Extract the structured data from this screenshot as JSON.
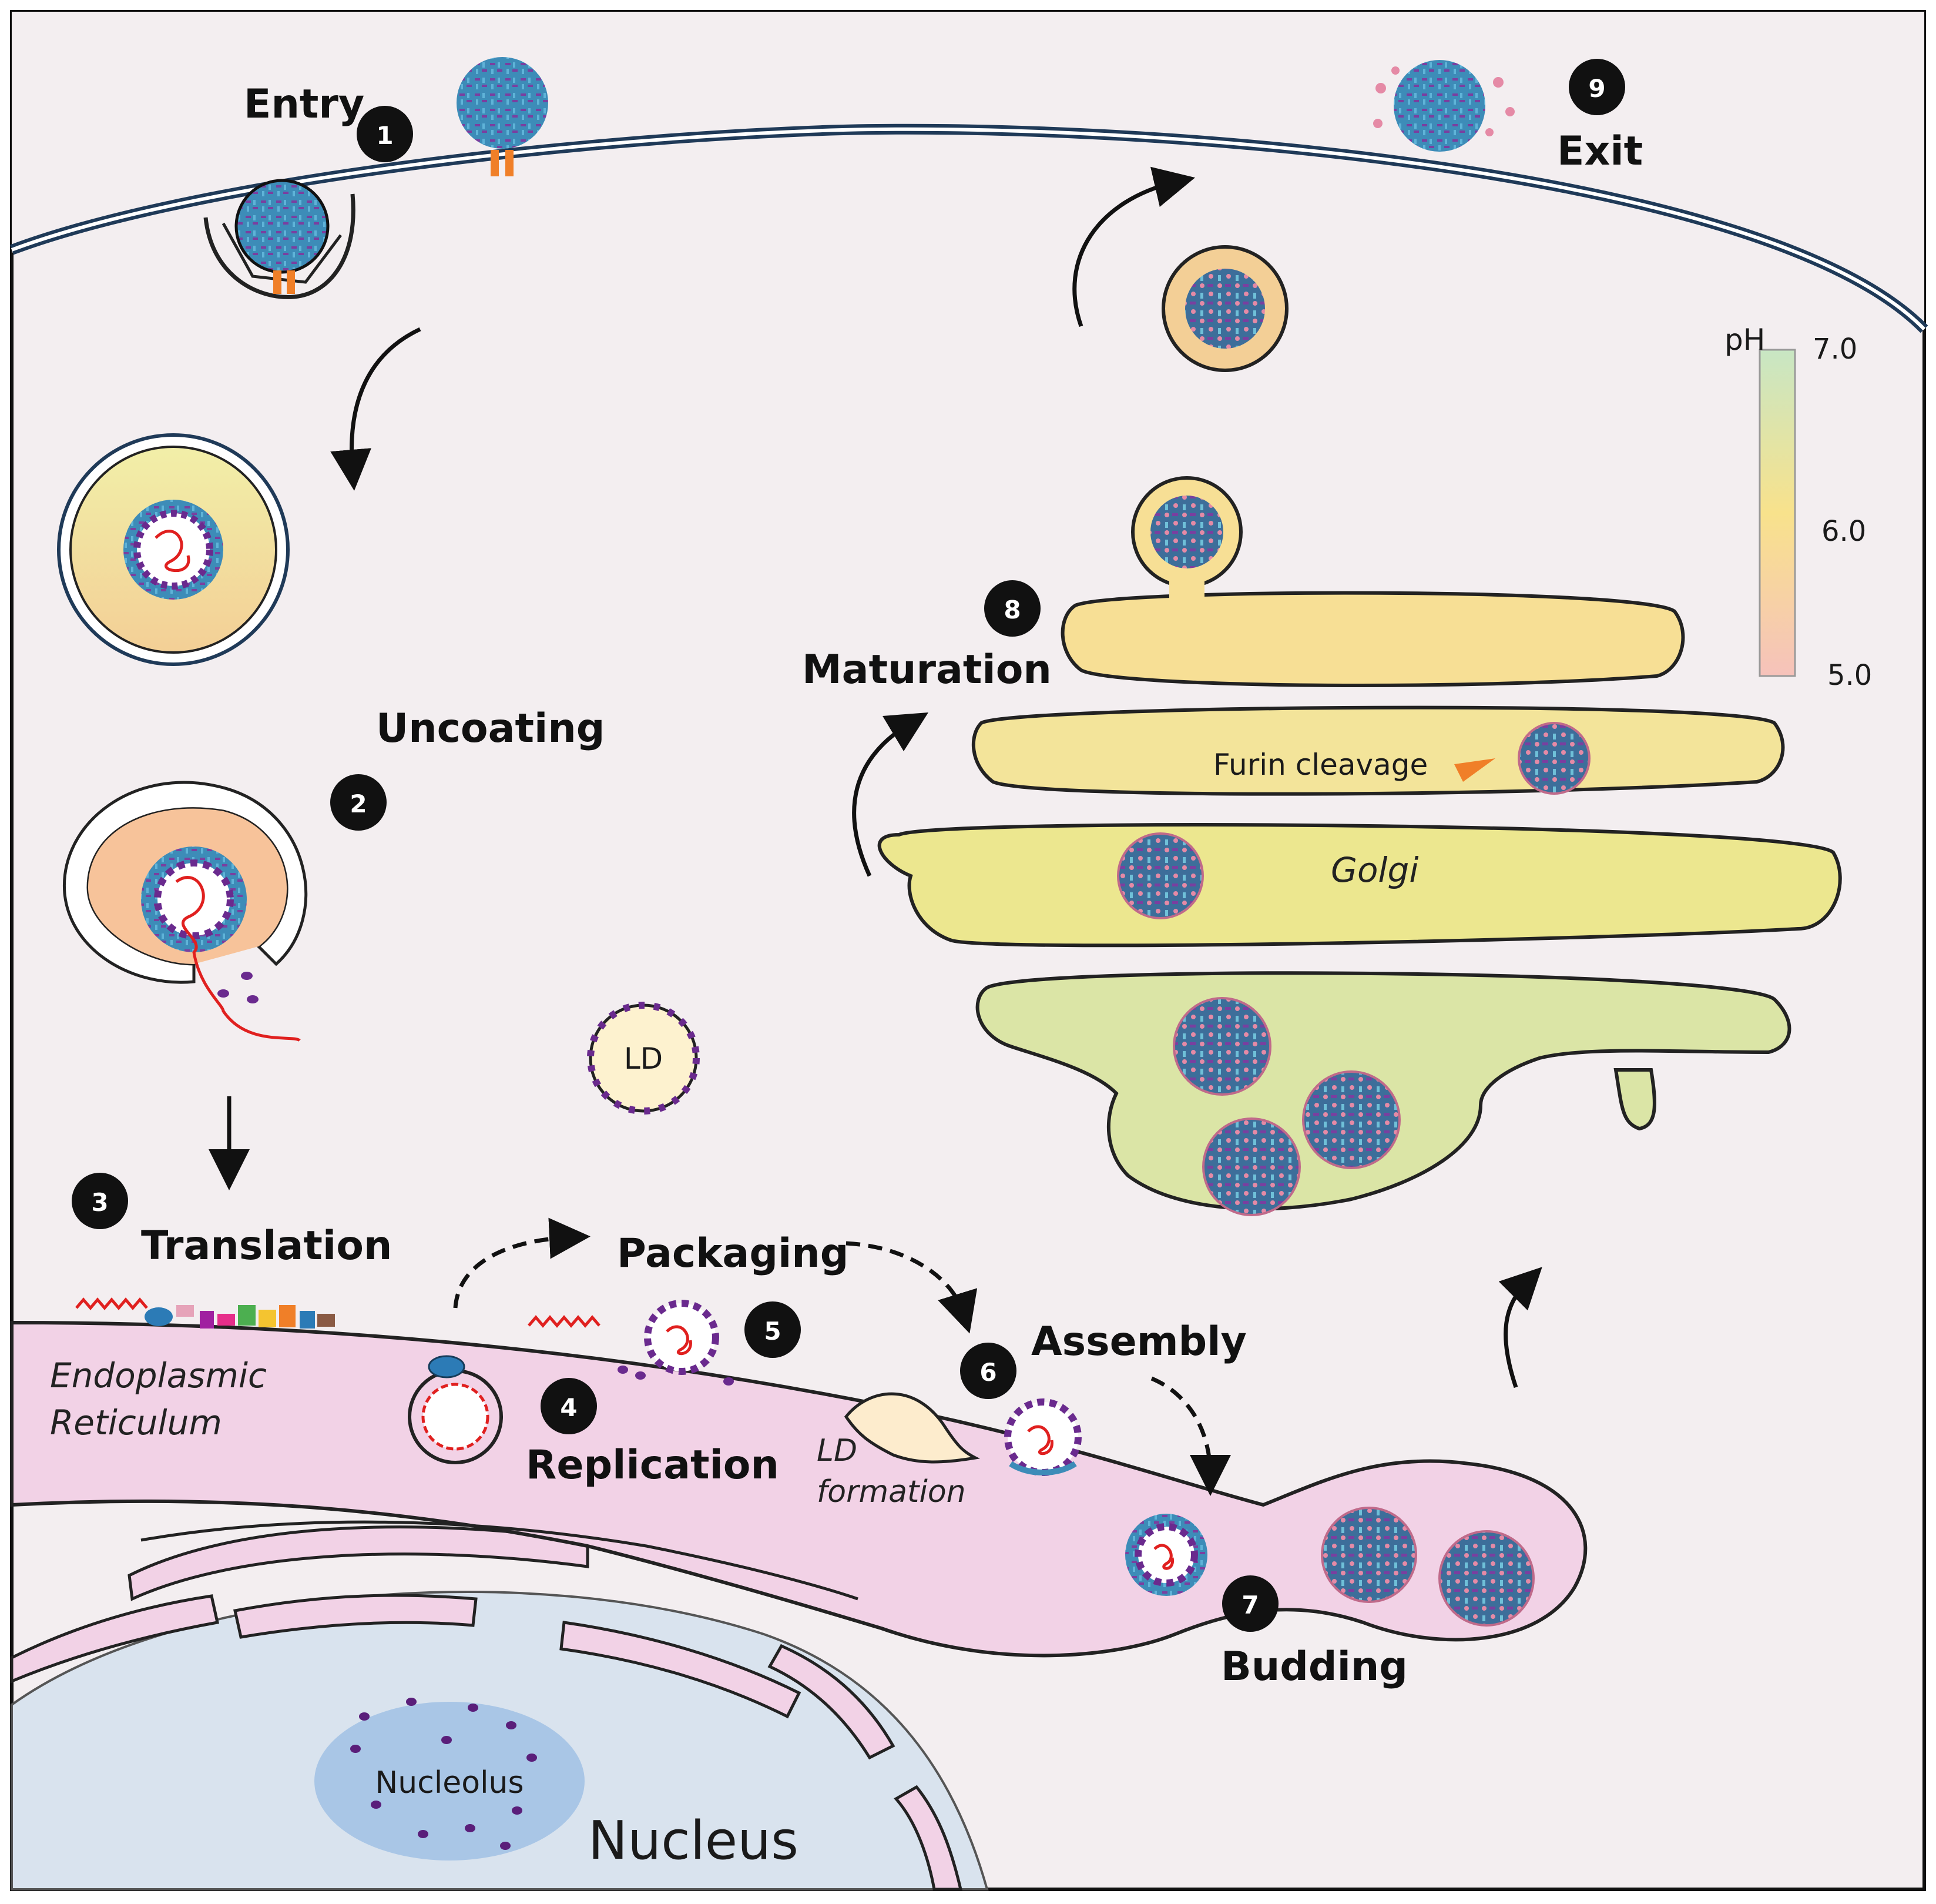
{
  "steps": [
    {
      "number": "1",
      "label": "Entry"
    },
    {
      "number": "2",
      "label": "Uncoating"
    },
    {
      "number": "3",
      "label": "Translation"
    },
    {
      "number": "4",
      "label": "Replication"
    },
    {
      "number": "5",
      "label": "Packaging"
    },
    {
      "number": "6",
      "label": "Assembly"
    },
    {
      "number": "7",
      "label": "Budding"
    },
    {
      "number": "8",
      "label": "Maturation"
    },
    {
      "number": "9",
      "label": "Exit"
    }
  ],
  "organelles": {
    "er_line1": "Endoplasmic",
    "er_line2": "Reticulum",
    "golgi": "Golgi",
    "lipid_droplet": "LD",
    "ld_formation_line1": "LD",
    "ld_formation_line2": "formation",
    "furin": "Furin cleavage",
    "nucleolus": "Nucleolus",
    "nucleus": "Nucleus"
  },
  "ph_scale": {
    "title": "pH",
    "ticks": [
      "7.0",
      "6.0",
      "5.0"
    ],
    "colors": {
      "top": "#c8e6c4",
      "mid": "#f8e28c",
      "bottom": "#f6c2bb"
    }
  },
  "colors": {
    "cytoplasm": "#f3eef0",
    "membrane": "#23405e",
    "er": "#f2d2e6",
    "nucleus": "#d9e3ee",
    "nucleolus": "#a9c6e6",
    "virion": "#3b86b5",
    "rna": "#e0201f",
    "core_protein": "#6a2a8e",
    "receptor": "#f07f28"
  }
}
